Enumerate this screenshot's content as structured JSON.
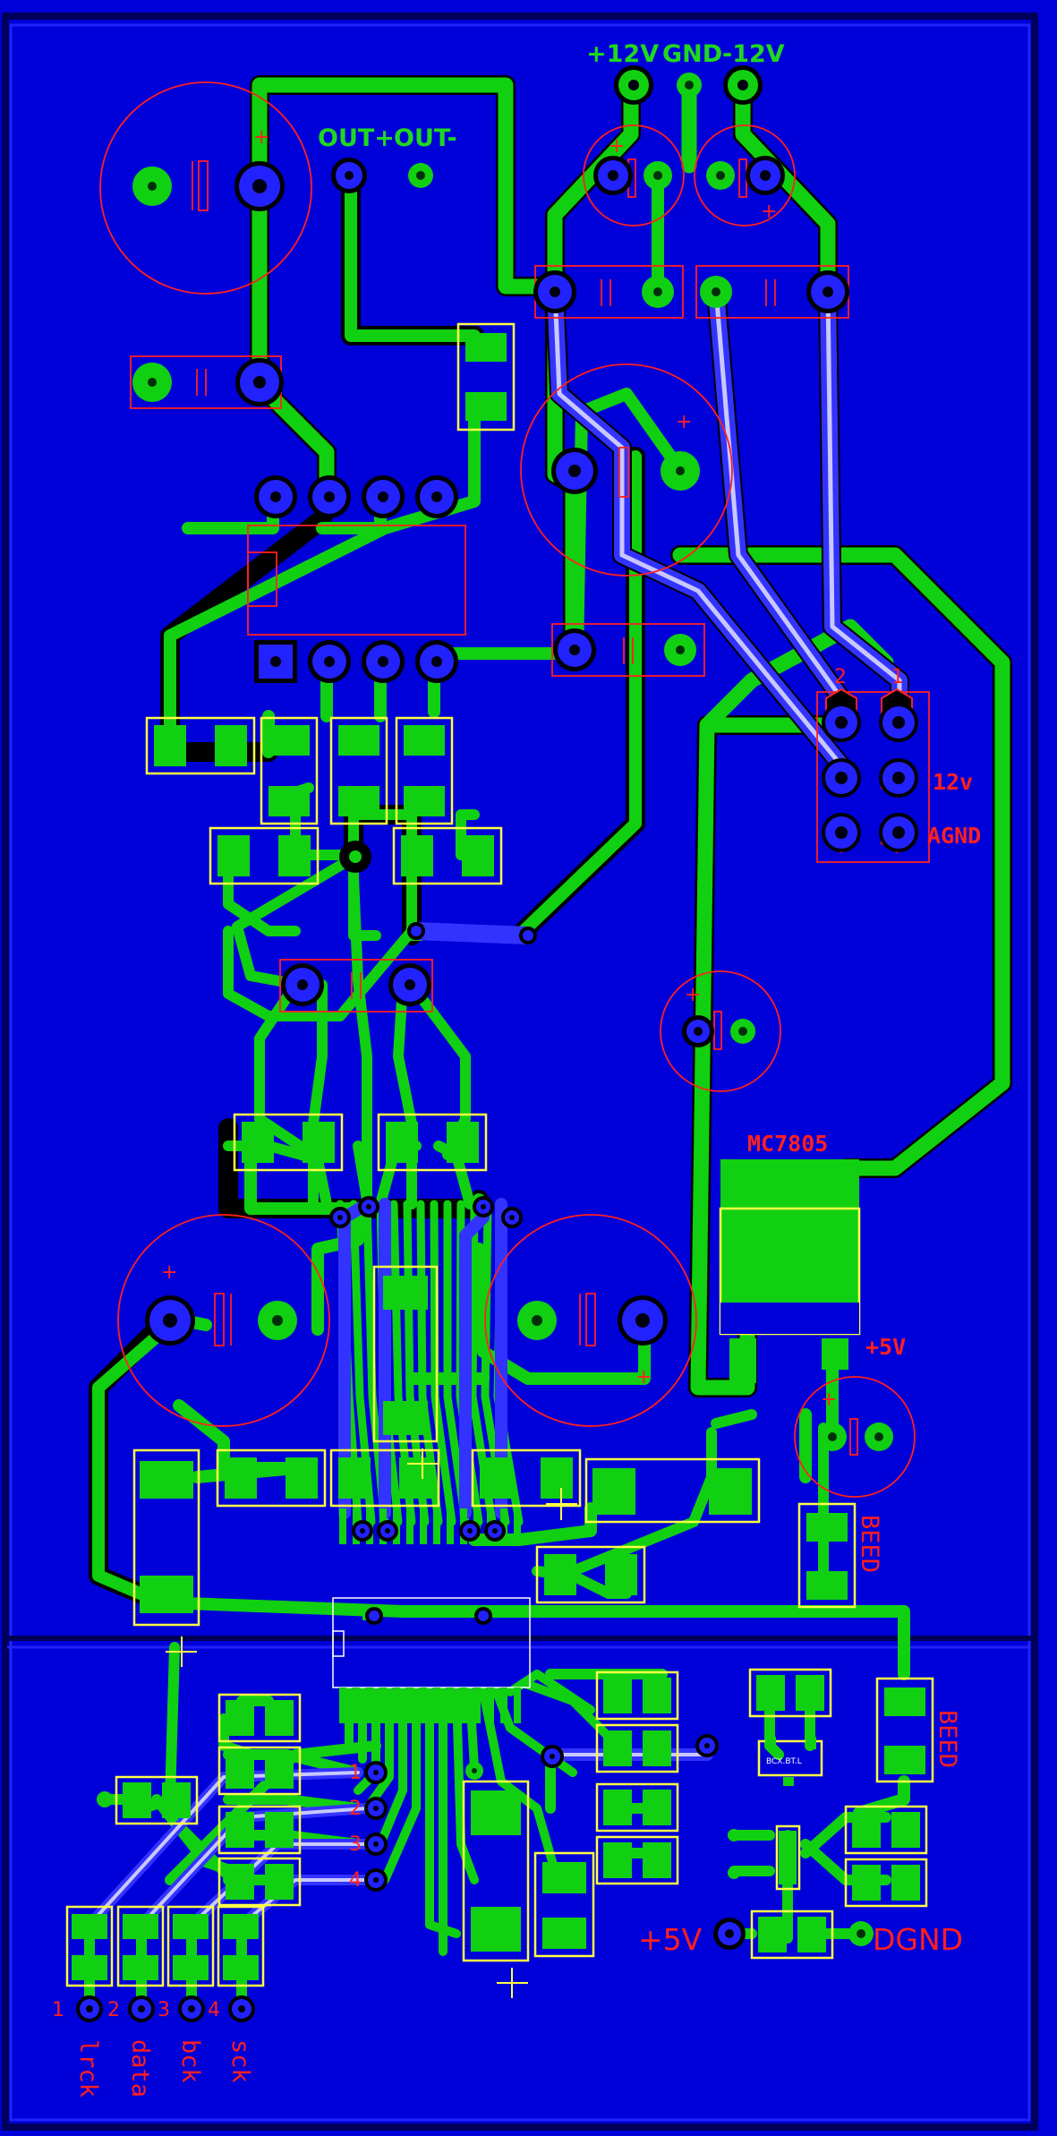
{
  "power_labels": {
    "p12": "+12V",
    "gnd": "GND",
    "m12": "-12V",
    "out_plus": "OUT+",
    "out_minus": "OUT-"
  },
  "header": {
    "pin2": "2",
    "pin1": "1",
    "v12": "12v",
    "agnd": "AGND"
  },
  "regulator": {
    "name": "MC7805",
    "v5": "+5V"
  },
  "bead_labels": {
    "bead1": "BEED",
    "bead2": "BEED"
  },
  "digital": {
    "v5": "+5V",
    "dgnd": "DGND",
    "chip_label": "BCX.BT.L",
    "pin_numbers": [
      "1",
      "2",
      "3",
      "4"
    ],
    "signals": [
      "lrck",
      "data",
      "bck",
      "sck"
    ]
  },
  "colors": {
    "board": "#0000d8",
    "copper_top": "#11d011",
    "copper_bottom": "#3333ff",
    "silk_outline": "#ffff44",
    "silk_text": "#ff2020"
  }
}
